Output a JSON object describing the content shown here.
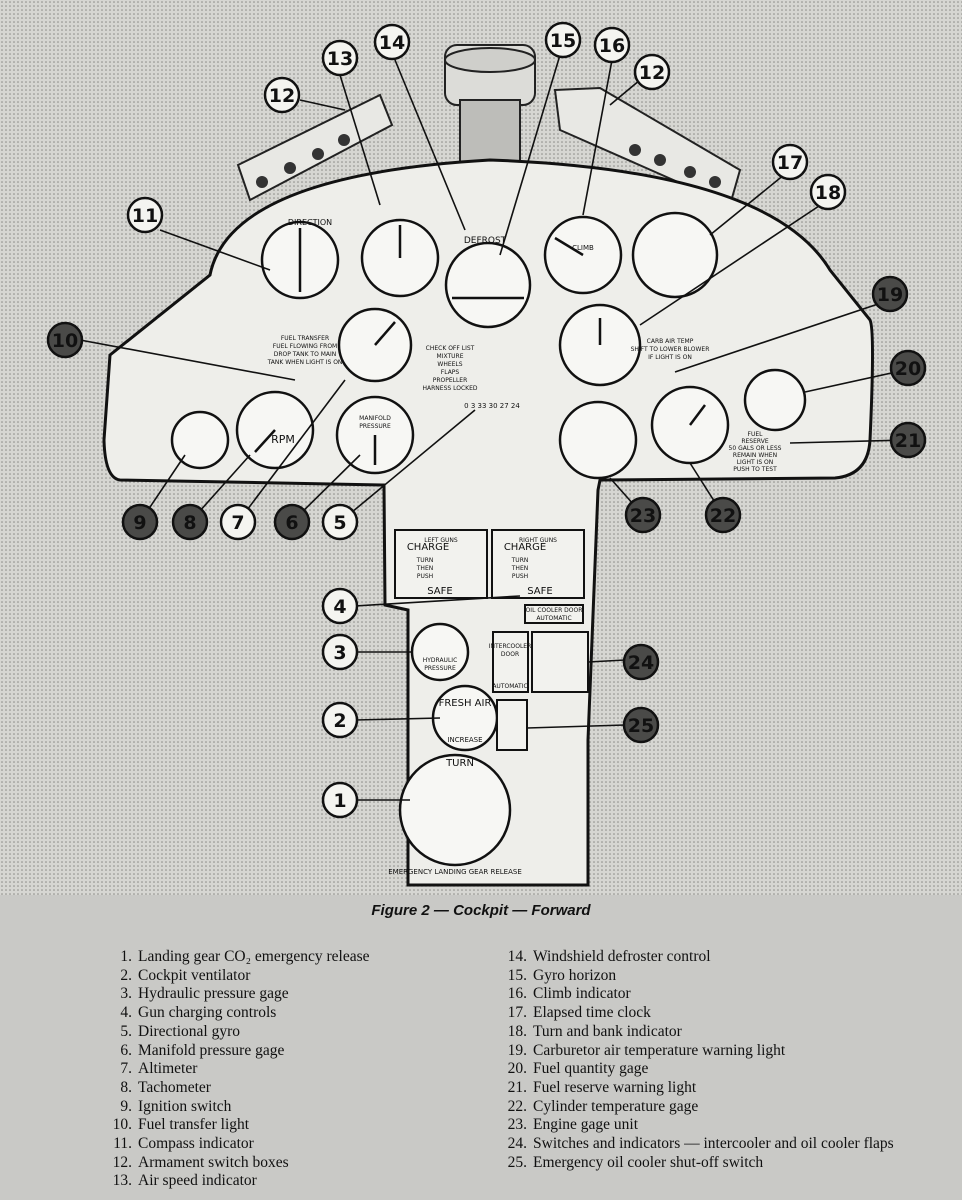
{
  "figure_title": "Figure 2 — Cockpit — Forward",
  "panel_labels": {
    "defrost": "DEFROST",
    "direction": "DIRECTION",
    "rpm": "RPM",
    "climb": "CLIMB",
    "fuel_transfer": [
      "FUEL TRANSFER",
      "FUEL FLOWING FROM",
      "DROP TANK TO MAIN",
      "TANK WHEN LIGHT IS ON"
    ],
    "check_off_list": [
      "CHECK OFF LIST",
      "MIXTURE",
      "WHEELS",
      "FLAPS",
      "PROPELLER",
      "HARNESS LOCKED"
    ],
    "carb_air_temp": [
      "CARB AIR TEMP",
      "SHIFT TO LOWER BLOWER",
      "IF LIGHT IS ON"
    ],
    "fuel_reserve": [
      "FUEL",
      "RESERVE",
      "50 GALS OR LESS",
      "REMAIN WHEN",
      "LIGHT IS ON",
      "PUSH TO TEST"
    ],
    "manifold": [
      "MANIFOLD",
      "PRESSURE"
    ],
    "left_guns": "LEFT GUNS",
    "right_guns": "RIGHT GUNS",
    "charge": "CHARGE",
    "turn_then_push": [
      "TURN",
      "THEN",
      "PUSH"
    ],
    "safe": "SAFE",
    "oil_cooler_door": "OIL COOLER DOOR",
    "automatic": "AUTOMATIC",
    "hydraulic": [
      "HYDRAULIC",
      "PRESSURE"
    ],
    "intercooler": [
      "INTERCOOLER",
      "DOOR"
    ],
    "fresh_air": "FRESH AIR",
    "increase": "INCREASE",
    "turn": "TURN",
    "emergency_release": "EMERGENCY LANDING GEAR RELEASE",
    "gyro_dir_scale": "0 3 33 30 27 24"
  },
  "callouts": [
    {
      "n": "1",
      "style": "light"
    },
    {
      "n": "2",
      "style": "light"
    },
    {
      "n": "3",
      "style": "light"
    },
    {
      "n": "4",
      "style": "light"
    },
    {
      "n": "5",
      "style": "light"
    },
    {
      "n": "6",
      "style": "dark"
    },
    {
      "n": "7",
      "style": "light"
    },
    {
      "n": "8",
      "style": "dark"
    },
    {
      "n": "9",
      "style": "dark"
    },
    {
      "n": "10",
      "style": "dark"
    },
    {
      "n": "11",
      "style": "light"
    },
    {
      "n": "12",
      "style": "light"
    },
    {
      "n": "12",
      "style": "light"
    },
    {
      "n": "13",
      "style": "light"
    },
    {
      "n": "14",
      "style": "light"
    },
    {
      "n": "15",
      "style": "light"
    },
    {
      "n": "16",
      "style": "light"
    },
    {
      "n": "17",
      "style": "light"
    },
    {
      "n": "18",
      "style": "light"
    },
    {
      "n": "19",
      "style": "dark"
    },
    {
      "n": "20",
      "style": "dark"
    },
    {
      "n": "21",
      "style": "dark"
    },
    {
      "n": "22",
      "style": "dark"
    },
    {
      "n": "23",
      "style": "dark"
    },
    {
      "n": "24",
      "style": "dark"
    },
    {
      "n": "25",
      "style": "dark"
    }
  ],
  "legend": {
    "left": [
      {
        "n": "1.",
        "text": "Landing gear CO₂ emergency release"
      },
      {
        "n": "2.",
        "text": "Cockpit ventilator"
      },
      {
        "n": "3.",
        "text": "Hydraulic pressure gage"
      },
      {
        "n": "4.",
        "text": "Gun charging controls"
      },
      {
        "n": "5.",
        "text": "Directional gyro"
      },
      {
        "n": "6.",
        "text": "Manifold pressure gage"
      },
      {
        "n": "7.",
        "text": "Altimeter"
      },
      {
        "n": "8.",
        "text": "Tachometer"
      },
      {
        "n": "9.",
        "text": "Ignition switch"
      },
      {
        "n": "10.",
        "text": "Fuel transfer light"
      },
      {
        "n": "11.",
        "text": "Compass indicator"
      },
      {
        "n": "12.",
        "text": "Armament switch boxes"
      },
      {
        "n": "13.",
        "text": "Air speed indicator"
      }
    ],
    "right": [
      {
        "n": "14.",
        "text": "Windshield defroster control"
      },
      {
        "n": "15.",
        "text": "Gyro horizon"
      },
      {
        "n": "16.",
        "text": "Climb indicator"
      },
      {
        "n": "17.",
        "text": "Elapsed time clock"
      },
      {
        "n": "18.",
        "text": "Turn and bank indicator"
      },
      {
        "n": "19.",
        "text": "Carburetor air temperature warning light"
      },
      {
        "n": "20.",
        "text": "Fuel quantity gage"
      },
      {
        "n": "21.",
        "text": "Fuel reserve warning light"
      },
      {
        "n": "22.",
        "text": "Cylinder temperature gage"
      },
      {
        "n": "23.",
        "text": "Engine gage unit"
      },
      {
        "n": "24.",
        "text": "Switches and indicators — intercooler and oil cooler flaps"
      },
      {
        "n": "25.",
        "text": "Emergency oil cooler shut-off switch"
      }
    ]
  }
}
